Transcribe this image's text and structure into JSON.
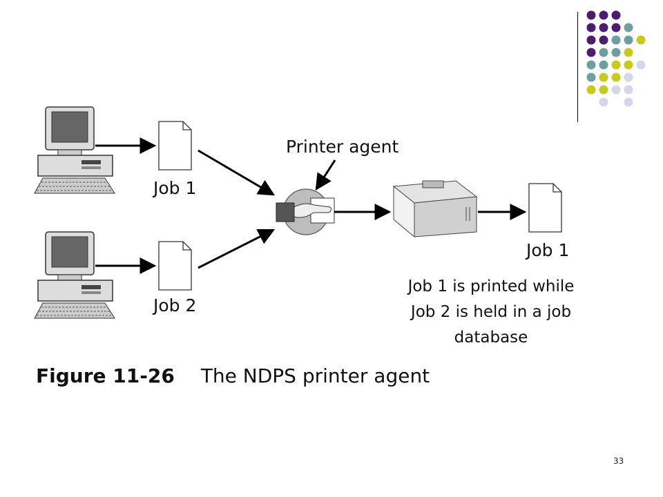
{
  "labels": {
    "job_1": "Job 1",
    "job_2": "Job 2",
    "printer_agent": "Printer agent",
    "job_out": "Job 1"
  },
  "description": {
    "line1": "Job 1 is printed while",
    "line2": "Job 2 is held in a job",
    "line3": "database"
  },
  "caption": {
    "number": "Figure 11-26",
    "title": "The NDPS printer agent"
  },
  "page_number": "33",
  "decor": {
    "dot_colors": {
      "purple": "#4B1C70",
      "teal": "#6E9E9E",
      "lime": "#C8C81E",
      "lavender": "#D6D6EA"
    },
    "dot_grid": [
      [
        "purple",
        "purple",
        "purple",
        "",
        "",
        ""
      ],
      [
        "purple",
        "purple",
        "purple",
        "teal",
        "",
        ""
      ],
      [
        "purple",
        "purple",
        "teal",
        "teal",
        "lime",
        ""
      ],
      [
        "purple",
        "teal",
        "teal",
        "lime",
        "",
        ""
      ],
      [
        "teal",
        "teal",
        "lime",
        "lime",
        "lavender",
        ""
      ],
      [
        "teal",
        "lime",
        "lime",
        "lavender",
        "",
        ""
      ],
      [
        "lime",
        "lime",
        "lavender",
        "lavender",
        "",
        ""
      ],
      [
        "",
        "lavender",
        "",
        "lavender",
        "",
        ""
      ]
    ]
  }
}
